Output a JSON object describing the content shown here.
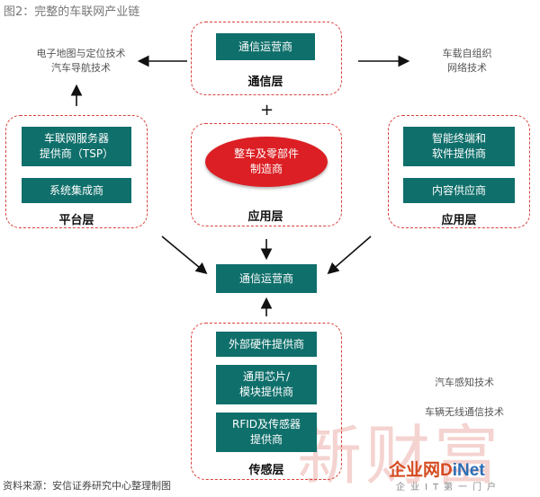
{
  "title": "图2：完整的车联网产业链",
  "top_left_text": "电子地图与定位技术\n汽车导航技术",
  "top_right_text": "车载自组织\n网络技术",
  "comm_layer": {
    "box": "通信运营商",
    "label": "通信层"
  },
  "plus": "+",
  "platform_layer": {
    "boxes": [
      "车联网服务器\n提供商（TSP）",
      "系统集成商"
    ],
    "label": "平台层"
  },
  "app_layer_center": {
    "ellipse": "整车及零部件\n制造商",
    "label": "应用层"
  },
  "app_layer_right": {
    "boxes": [
      "智能终端和\n软件提供商",
      "内容供应商"
    ],
    "label": "应用层"
  },
  "center_operator": "通信运营商",
  "sensing_layer": {
    "boxes": [
      "外部硬件提供商",
      "通用芯片/\n模块提供商",
      "RFID及传感器\n提供商"
    ],
    "label": "传感层"
  },
  "right_bottom_text": [
    "汽车感知技术",
    "车辆无线通信技术"
  ],
  "source": "资料来源：安信证券研究中心整理制图",
  "watermark": {
    "chinese": "新财富",
    "logo_a": "企业网",
    "logo_b": "D",
    "logo_c": "iNet",
    "sub": "企业IT第一门户"
  },
  "colors": {
    "box": "#0f6f6b",
    "dashed_border": "#d8403a",
    "ellipse": "#dc1f24"
  }
}
